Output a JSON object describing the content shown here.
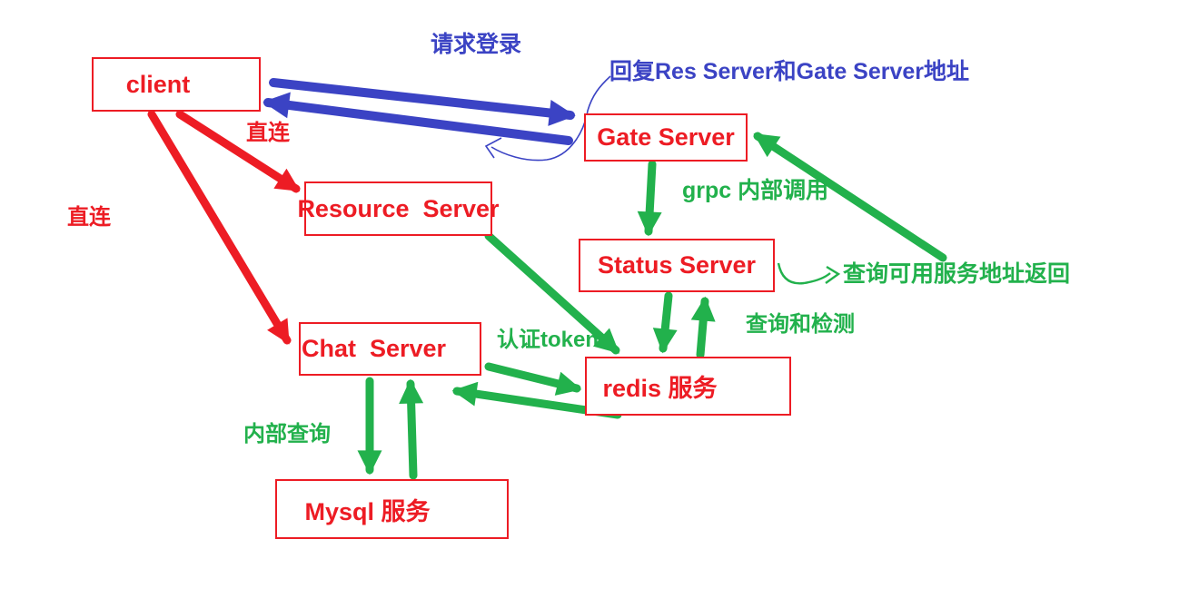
{
  "colors": {
    "red": "#ed1c24",
    "blue": "#3b43c4",
    "green": "#22b14c"
  },
  "diagram": {
    "nodes": {
      "client": {
        "label": "client"
      },
      "gate": {
        "label": "Gate Server"
      },
      "resource": {
        "label": "Resource  Server"
      },
      "status": {
        "label": "Status Server"
      },
      "chat": {
        "label": "Chat  Server"
      },
      "redis": {
        "label": "redis 服务"
      },
      "mysql": {
        "label": "Mysql 服务"
      }
    },
    "labels": {
      "request_login": {
        "text": "请求登录",
        "color": "#3b43c4"
      },
      "reply_addresses": {
        "text": "回复Res Server和Gate Server地址",
        "color": "#3b43c4"
      },
      "direct_connect_upper": {
        "text": "直连",
        "color": "#ed1c24"
      },
      "direct_connect_left": {
        "text": "直连",
        "color": "#ed1c24"
      },
      "grpc_internal_call": {
        "text": "grpc 内部调用",
        "color": "#22b14c"
      },
      "query_available_return": {
        "text": "查询可用服务地址返回",
        "color": "#22b14c"
      },
      "query_and_detect": {
        "text": "查询和检测",
        "color": "#22b14c"
      },
      "auth_token": {
        "text": "认证token",
        "color": "#22b14c"
      },
      "internal_query": {
        "text": "内部查询",
        "color": "#22b14c"
      }
    },
    "edges": [
      {
        "from": "client",
        "to": "gate",
        "color": "blue",
        "label": "请求登录"
      },
      {
        "from": "gate",
        "to": "client",
        "color": "blue",
        "label": "回复Res Server和Gate Server地址"
      },
      {
        "from": "client",
        "to": "resource",
        "color": "red",
        "label": "直连"
      },
      {
        "from": "client",
        "to": "chat",
        "color": "red",
        "label": "直连"
      },
      {
        "from": "gate",
        "to": "status",
        "color": "green",
        "label": "grpc 内部调用"
      },
      {
        "from": "status",
        "to": "redis",
        "color": "green",
        "label": "查询和检测"
      },
      {
        "from": "redis",
        "to": "status",
        "color": "green",
        "label": "查询和检测"
      },
      {
        "from": "resource",
        "to": "redis",
        "color": "green",
        "label": "认证token"
      },
      {
        "from": "chat",
        "to": "redis",
        "color": "green",
        "label": ""
      },
      {
        "from": "redis",
        "to": "chat",
        "color": "green",
        "label": ""
      },
      {
        "from": "chat",
        "to": "mysql",
        "color": "green",
        "label": "内部查询"
      },
      {
        "from": "mysql",
        "to": "chat",
        "color": "green",
        "label": "内部查询"
      },
      {
        "from": "status",
        "to": "gate",
        "color": "green",
        "label": "查询可用服务地址返回"
      }
    ]
  }
}
